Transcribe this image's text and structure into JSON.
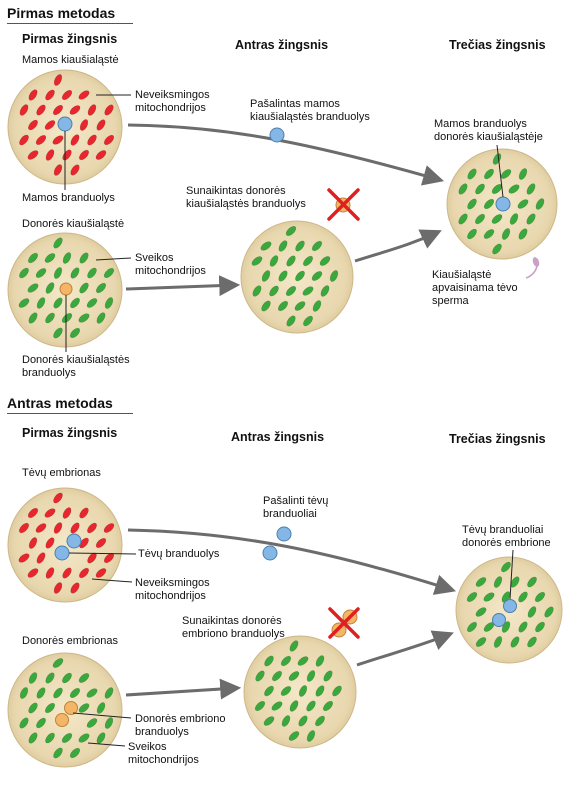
{
  "method1": {
    "title": "Pirmas metodas",
    "step1": "Pirmas žingsnis",
    "step2": "Antras žingsnis",
    "step3": "Trečias žingsnis",
    "mother_egg": "Mamos kiaušialąstė",
    "faulty_mito": [
      "Neveiksmingos",
      "mitochondrijos"
    ],
    "mother_nucleus": "Mamos branduolys",
    "removed_nucleus": [
      "Pašalintas mamos",
      "kiaušialąstės branduolys"
    ],
    "destroyed_donor_nucleus": [
      "Sunaikintas donorės",
      "kiaušialąstės branduolys"
    ],
    "donor_egg": "Donorės kiaušialąstė",
    "healthy_mito": [
      "Sveikos",
      "mitochondrijos"
    ],
    "donor_nucleus": [
      "Donorės kiaušialąstės",
      "branduolys"
    ],
    "result_nucleus": [
      "Mamos branduolys",
      "donorės kiaušialąstėje"
    ],
    "fertilized": [
      "Kiaušialąstė",
      "apvaisinama tėvo",
      "sperma"
    ]
  },
  "method2": {
    "title": "Antras metodas",
    "step1": "Pirmas žingsnis",
    "step2": "Antras žingsnis",
    "step3": "Trečias žingsnis",
    "parents_embryo": "Tėvų embrionas",
    "parents_nuclei": "Tėvų branduolys",
    "faulty_mito": [
      "Neveiksmingos",
      "mitochondrijos"
    ],
    "removed_nuclei": [
      "Pašalinti tėvų",
      "branduoliai"
    ],
    "destroyed_donor_nucleus": [
      "Sunaikintas donorės",
      "embriono branduolys"
    ],
    "donor_embryo": "Donorės embrionas",
    "donor_nucleus": [
      "Donorės embriono",
      "branduolys"
    ],
    "healthy_mito": [
      "Sveikos",
      "mitochondrijos"
    ],
    "result_nuclei": [
      "Tėvų branduoliai",
      "donorės embrione"
    ]
  },
  "colors": {
    "cell_fill": "#ecdcb6",
    "faulty_mito": "#e8262d",
    "healthy_mito": "#3aa83c",
    "nucleus_blue": "#84b7e6",
    "nucleus_orange": "#f3b566",
    "cross_red": "#e02020"
  }
}
